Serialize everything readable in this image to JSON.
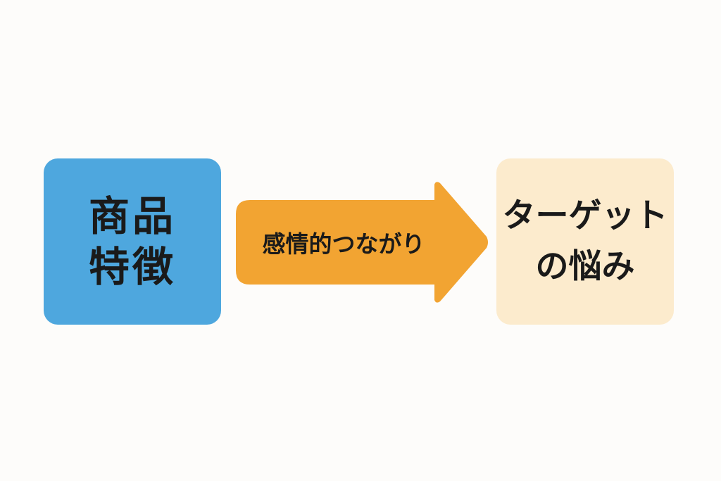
{
  "diagram": {
    "left_box": {
      "lines": [
        "商品",
        "特徴"
      ],
      "color": "#4ea7de"
    },
    "arrow": {
      "label": "感情的つながり",
      "color": "#f2a432"
    },
    "right_box": {
      "lines": [
        "ターゲット",
        "の悩み"
      ],
      "color": "#fcebcd"
    }
  }
}
